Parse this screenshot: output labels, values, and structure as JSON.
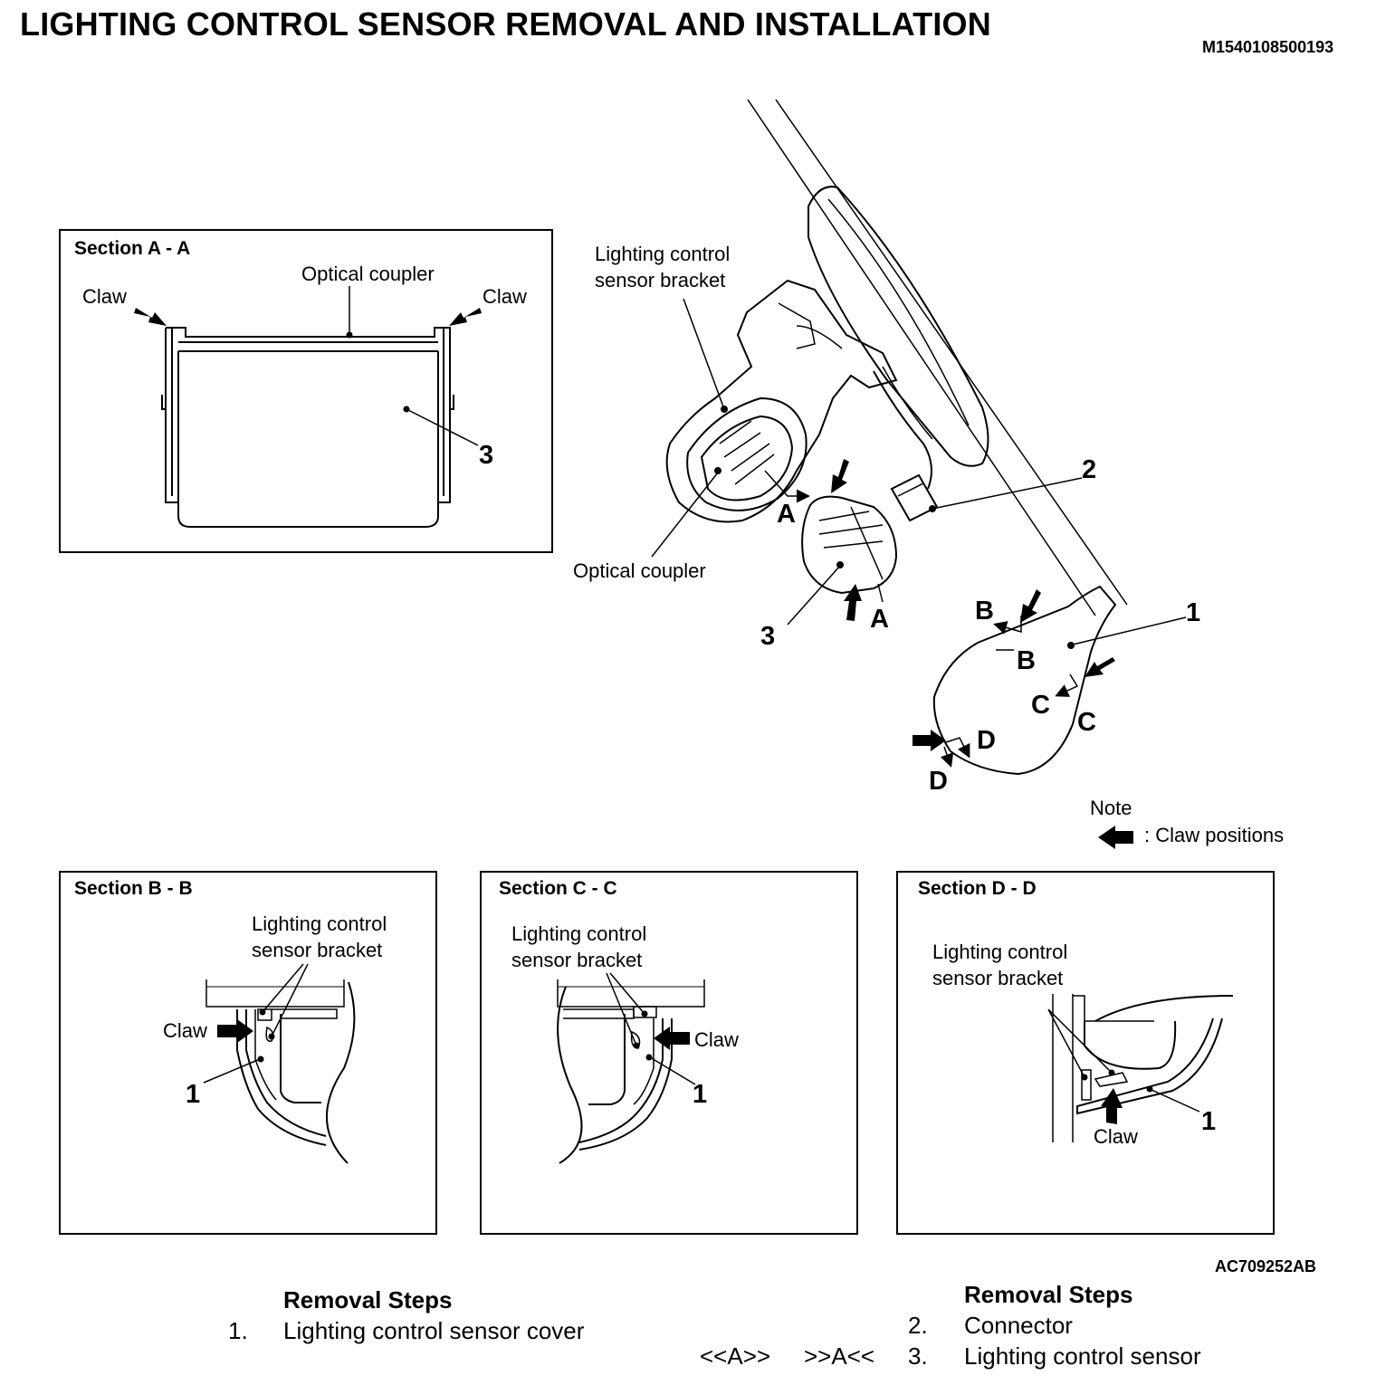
{
  "title": "LIGHTING CONTROL SENSOR REMOVAL AND INSTALLATION",
  "doc_id": "M1540108500193",
  "figure_id": "AC709252AB",
  "section_a": {
    "title": "Section A - A",
    "claw_left": "Claw",
    "claw_right": "Claw",
    "optical_coupler": "Optical coupler",
    "part": "3"
  },
  "main": {
    "bracket_line1": "Lighting control",
    "bracket_line2": "sensor bracket",
    "optical_coupler": "Optical coupler",
    "part1": "1",
    "part2": "2",
    "part3": "3",
    "sec_a": "A",
    "sec_b": "B",
    "sec_c": "C",
    "sec_d": "D"
  },
  "note": {
    "title": "Note",
    "claw_positions": ": Claw positions"
  },
  "section_b": {
    "title": "Section B - B",
    "bracket_line1": "Lighting control",
    "bracket_line2": "sensor bracket",
    "claw": "Claw",
    "part": "1"
  },
  "section_c": {
    "title": "Section C - C",
    "bracket_line1": "Lighting control",
    "bracket_line2": "sensor bracket",
    "claw": "Claw",
    "part": "1"
  },
  "section_d": {
    "title": "Section D - D",
    "bracket_line1": "Lighting control",
    "bracket_line2": "sensor bracket",
    "claw": "Claw",
    "part": "1"
  },
  "removal_left": {
    "heading": "Removal Steps",
    "steps": [
      {
        "num": "1.",
        "label": "Lighting control sensor cover"
      }
    ]
  },
  "removal_right": {
    "heading": "Removal Steps",
    "marker_a1": "<<A>>",
    "marker_a2": ">>A<<",
    "steps": [
      {
        "num": "2.",
        "label": "Connector"
      },
      {
        "num": "3.",
        "label": "Lighting control sensor"
      }
    ]
  }
}
